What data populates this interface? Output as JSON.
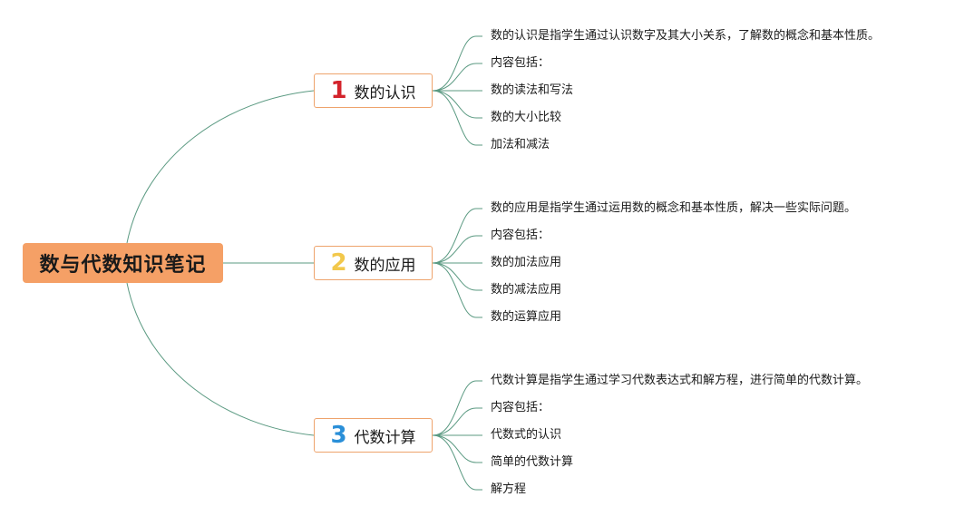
{
  "root": {
    "label": "数与代数知识笔记",
    "color": "#f5a066"
  },
  "branches": [
    {
      "number": "1",
      "number_color": "#d3232b",
      "label": "数的认识",
      "leaves": [
        "数的认识是指学生通过认识数字及其大小关系，了解数的概念和基本性质。",
        "内容包括：",
        "数的读法和写法",
        "数的大小比较",
        "加法和减法"
      ]
    },
    {
      "number": "2",
      "number_color": "#f2c84b",
      "label": "数的应用",
      "leaves": [
        "数的应用是指学生通过运用数的概念和基本性质，解决一些实际问题。",
        "内容包括：",
        "数的加法应用",
        "数的减法应用",
        "数的运算应用"
      ]
    },
    {
      "number": "3",
      "number_color": "#2a8fd8",
      "label": "代数计算",
      "leaves": [
        "代数计算是指学生通过学习代数表达式和解方程，进行简单的代数计算。",
        "内容包括：",
        "代数式的认识",
        "简单的代数计算",
        "解方程"
      ]
    }
  ],
  "colors": {
    "connector": "#5b9a82",
    "branch_border": "#eea36c"
  }
}
